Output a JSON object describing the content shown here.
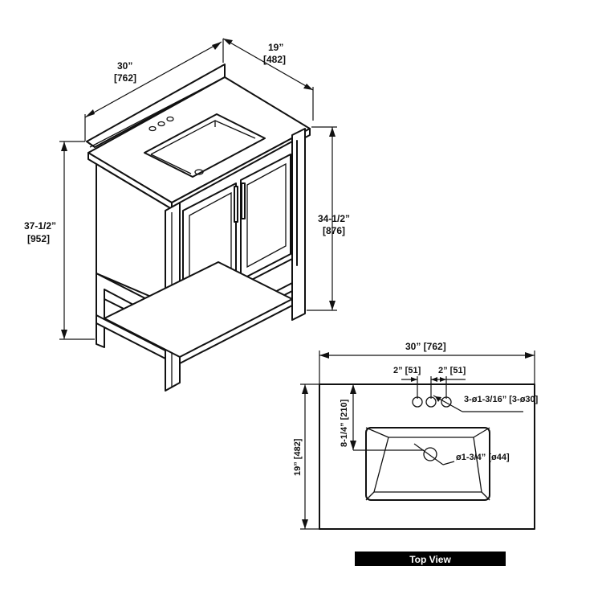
{
  "iso_view": {
    "width_label": "30”",
    "width_label_mm": "[762]",
    "depth_label": "19”",
    "depth_label_mm": "[482]",
    "total_height_label": "37-1/2”",
    "total_height_label_mm": "[952]",
    "cabinet_height_label": "34-1/2”",
    "cabinet_height_label_mm": "[876]"
  },
  "top_view": {
    "width_label": "30” [762]",
    "depth_label": "19” [482]",
    "hole_spacing_left": "2” [51]",
    "hole_spacing_right": "2” [51]",
    "faucet_holes_label": "3-ø1-3/16” [3-ø30]",
    "drain_label": "ø1-3/4” [ø44]",
    "basin_offset_label": "8-1/4” [210]",
    "title": "Top View",
    "title_bar_color": "#000000"
  }
}
